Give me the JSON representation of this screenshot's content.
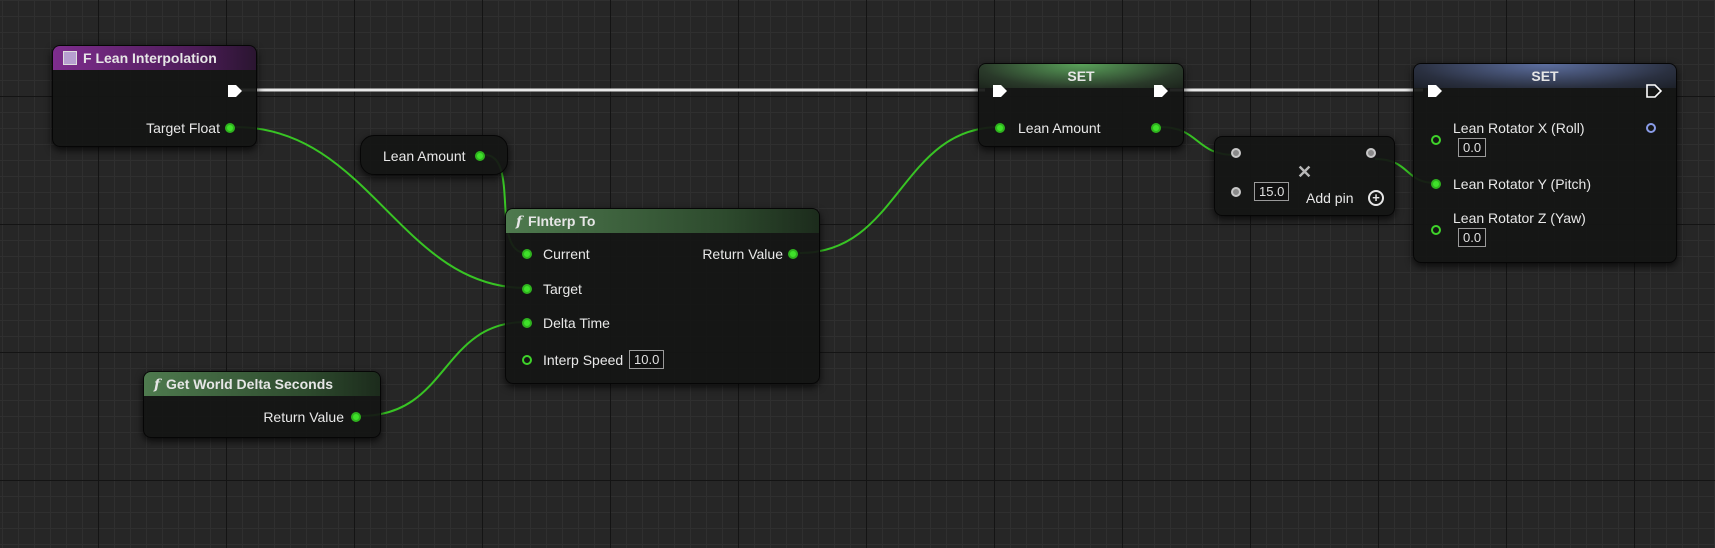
{
  "nodes": {
    "lean_interp": {
      "title": "F Lean Interpolation",
      "output_label": "Target Float"
    },
    "lean_amount_get": {
      "label": "Lean Amount"
    },
    "finterp": {
      "icon": "f",
      "title": "FInterp To",
      "inputs": [
        "Current",
        "Target",
        "Delta Time",
        "Interp Speed"
      ],
      "interp_speed_value": "10.0",
      "output_label": "Return Value"
    },
    "get_world_delta": {
      "icon": "f",
      "title": "Get World Delta Seconds",
      "output_label": "Return Value"
    },
    "set_lean_amount": {
      "title": "SET",
      "input_label": "Lean Amount"
    },
    "multiply": {
      "value": "15.0",
      "add_pin_label": "Add pin"
    },
    "set_lean_rotator": {
      "title": "SET",
      "x_label": "Lean Rotator X (Roll)",
      "x_value": "0.0",
      "y_label": "Lean Rotator Y (Pitch)",
      "z_label": "Lean Rotator Z (Yaw)",
      "z_value": "0.0"
    }
  },
  "colors": {
    "float_pin": "#3fe12a",
    "exec_wire": "#e8e8e8",
    "float_wire": "#38c424",
    "event_header": "#7e2d8e",
    "function_header": "#4e7a4e"
  }
}
